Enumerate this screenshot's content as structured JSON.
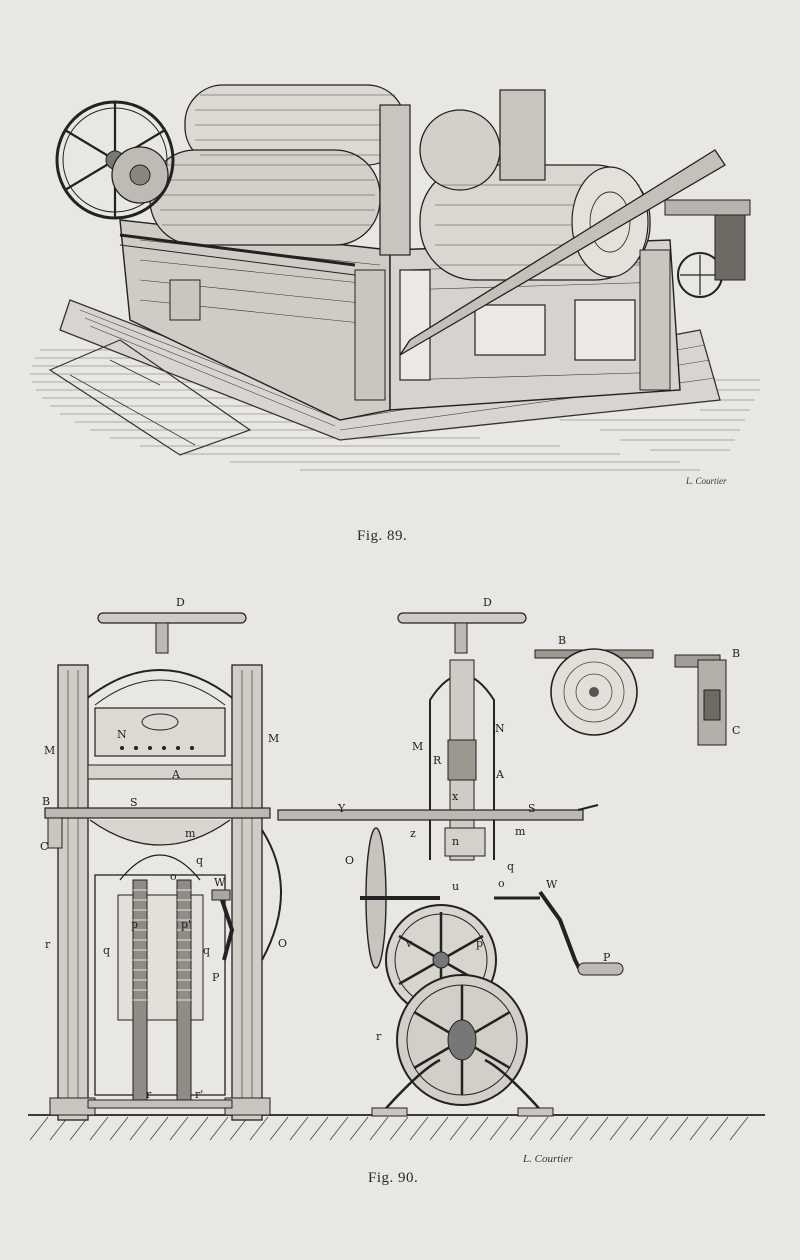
{
  "fig89": {
    "caption": "Fig. 89.",
    "signature": "L. Courtier"
  },
  "fig90": {
    "caption": "Fig. 90.",
    "signature": "L. Courtier",
    "front_labels": {
      "D": "D",
      "M_left": "M",
      "M_right": "M",
      "N": "N",
      "A": "A",
      "B": "B",
      "S": "S",
      "C": "C",
      "m": "m",
      "q": "q",
      "o": "o",
      "W": "W",
      "p": "p",
      "p_prime": "p'",
      "q_left": "q",
      "q_right": "q",
      "P": "P",
      "r_left": "r",
      "O": "O",
      "r_bottom": "r",
      "r_prime": "r'"
    },
    "side_labels": {
      "D": "D",
      "N": "N",
      "M": "M",
      "R": "R",
      "A": "A",
      "x": "x",
      "Y": "Y",
      "S": "S",
      "z": "z",
      "n": "n",
      "m": "m",
      "O": "O",
      "q": "q",
      "u": "u",
      "o": "o",
      "W": "W",
      "v": "v",
      "p": "p",
      "P": "P",
      "r": "r"
    },
    "detail_labels": {
      "B_roll": "B",
      "B_part": "B",
      "C_part": "C"
    }
  }
}
